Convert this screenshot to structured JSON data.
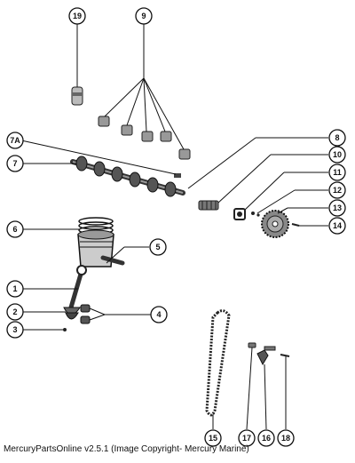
{
  "caption": "MercuryPartsOnline v2.5.1 (Image Copyright- Mercury Marine)",
  "callouts": {
    "c19": "19",
    "c9": "9",
    "c7A": "7A",
    "c7": "7",
    "c8": "8",
    "c10": "10",
    "c11": "11",
    "c12": "12",
    "c13": "13",
    "c14": "14",
    "c6": "6",
    "c5": "5",
    "c1": "1",
    "c2": "2",
    "c3": "3",
    "c4": "4",
    "c15": "15",
    "c17": "17",
    "c16": "16",
    "c18": "18"
  }
}
